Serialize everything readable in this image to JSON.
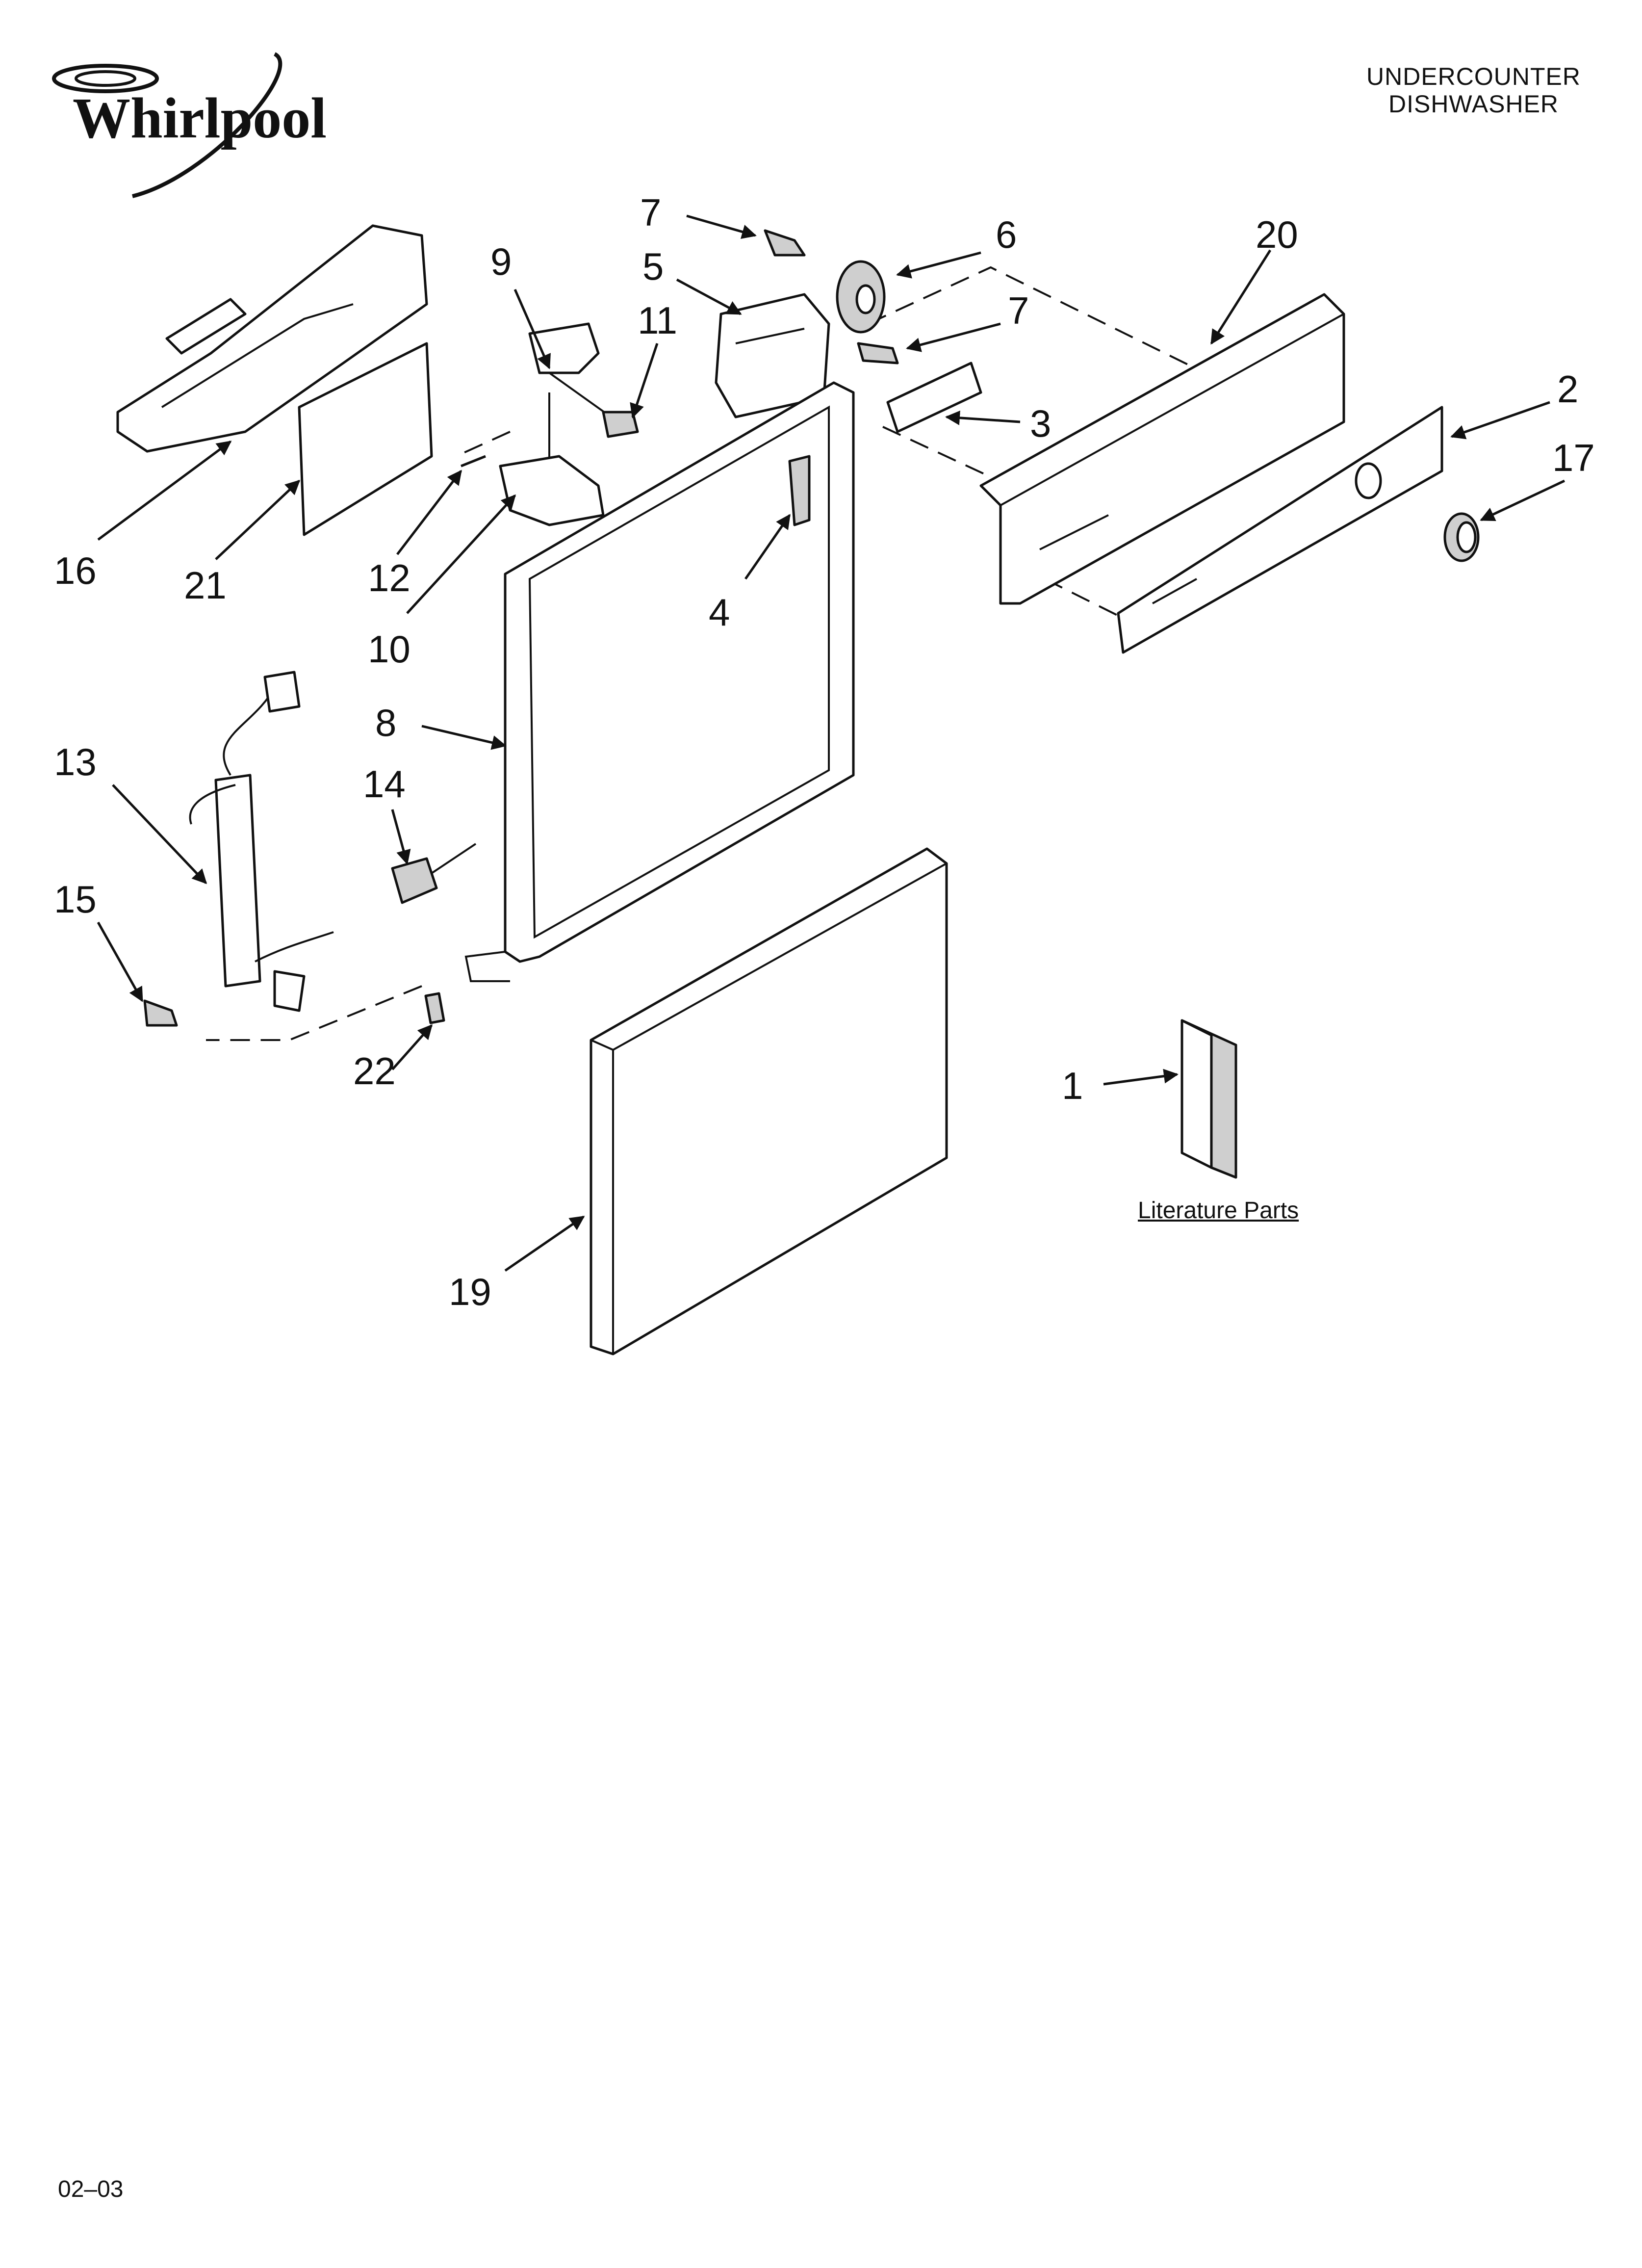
{
  "header": {
    "brand": "Whirlpool",
    "title_line1": "UNDERCOUNTER",
    "title_line2": "DISHWASHER"
  },
  "footer": {
    "date_code": "02–03"
  },
  "literature_label": "Literature Parts",
  "callouts": [
    {
      "id": "c7a",
      "text": "7"
    },
    {
      "id": "c6",
      "text": "6"
    },
    {
      "id": "c20",
      "text": "20"
    },
    {
      "id": "c9",
      "text": "9"
    },
    {
      "id": "c5",
      "text": "5"
    },
    {
      "id": "c11",
      "text": "11"
    },
    {
      "id": "c7b",
      "text": "7"
    },
    {
      "id": "c2",
      "text": "2"
    },
    {
      "id": "c17",
      "text": "17"
    },
    {
      "id": "c3",
      "text": "3"
    },
    {
      "id": "c16",
      "text": "16"
    },
    {
      "id": "c21",
      "text": "21"
    },
    {
      "id": "c12",
      "text": "12"
    },
    {
      "id": "c10",
      "text": "10"
    },
    {
      "id": "c4",
      "text": "4"
    },
    {
      "id": "c8",
      "text": "8"
    },
    {
      "id": "c13",
      "text": "13"
    },
    {
      "id": "c14",
      "text": "14"
    },
    {
      "id": "c15",
      "text": "15"
    },
    {
      "id": "c22",
      "text": "22"
    },
    {
      "id": "c1",
      "text": "1"
    },
    {
      "id": "c19",
      "text": "19"
    }
  ]
}
